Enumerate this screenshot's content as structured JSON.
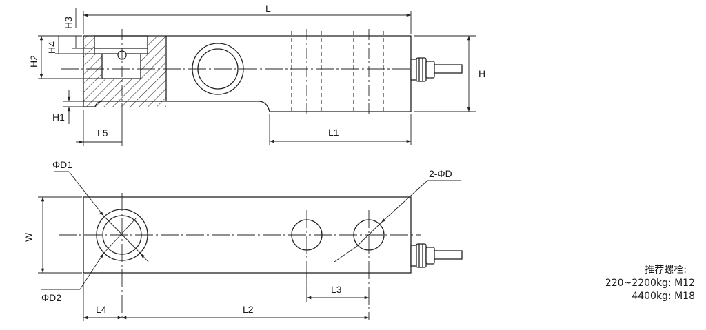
{
  "labels": {
    "L": "L",
    "H": "H",
    "H1": "H1",
    "H2": "H2",
    "H3": "H3",
    "H4": "H4",
    "L1": "L1",
    "L2": "L2",
    "L3": "L3",
    "L4": "L4",
    "L5": "L5",
    "W": "W",
    "D1": "ΦD1",
    "D2": "ΦD2",
    "D": "2-ΦD"
  },
  "note": {
    "title": "推荐螺栓:",
    "line1": "220~2200kg: M12",
    "line2": "4400kg: M18"
  }
}
